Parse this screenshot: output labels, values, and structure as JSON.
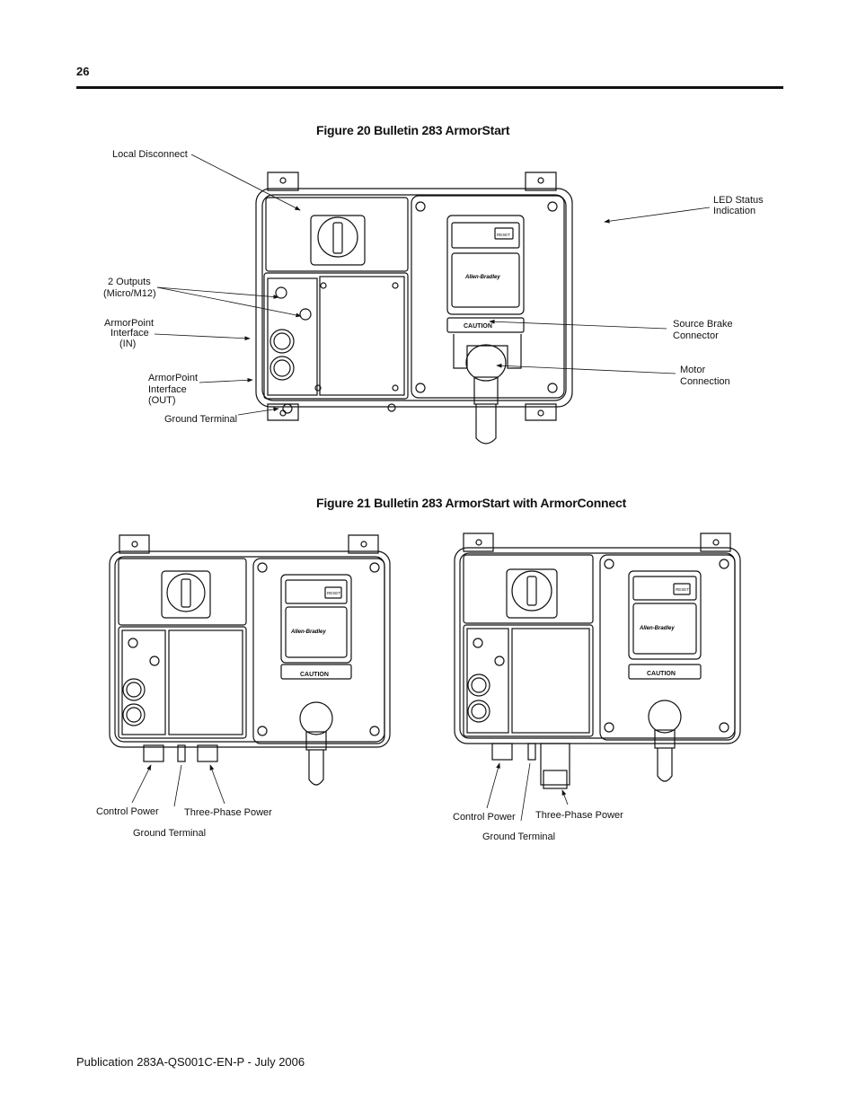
{
  "header": {
    "page_number": "26"
  },
  "figure20": {
    "title": "Figure 20 Bulletin 283 ArmorStart",
    "callouts": {
      "local_disconnect": "Local Disconnect",
      "outputs_1": "2 Outputs",
      "outputs_2": "(Micro/M12)",
      "armorpoint_in_1": "ArmorPoint",
      "armorpoint_in_2": "Interface",
      "armorpoint_in_3": "(IN)",
      "armorpoint_out_1": "ArmorPoint",
      "armorpoint_out_2": "Interface",
      "armorpoint_out_3": "(OUT)",
      "ground_terminal": "Ground Terminal",
      "led_status_1": "LED Status",
      "led_status_2": "Indication",
      "source_brake_1": "Source Brake",
      "source_brake_2": "Connector",
      "motor_connection_1": "Motor",
      "motor_connection_2": "Connection"
    },
    "device": {
      "caution": "CAUTION",
      "reset": "RESET",
      "brand": "Allen-Bradley"
    }
  },
  "figure21": {
    "title": "Figure 21 Bulletin 283 ArmorStart with ArmorConnect",
    "left_callouts": {
      "control_power": "Control Power",
      "three_phase_power": "Three-Phase Power",
      "ground_terminal": "Ground Terminal"
    },
    "right_callouts": {
      "control_power": "Control Power",
      "three_phase_power": "Three-Phase Power",
      "ground_terminal": "Ground Terminal"
    },
    "device": {
      "caution": "CAUTION",
      "reset": "RESET",
      "brand": "Allen-Bradley"
    }
  },
  "footer": {
    "publication": "Publication 283A-QS001C-EN-P - July 2006"
  }
}
